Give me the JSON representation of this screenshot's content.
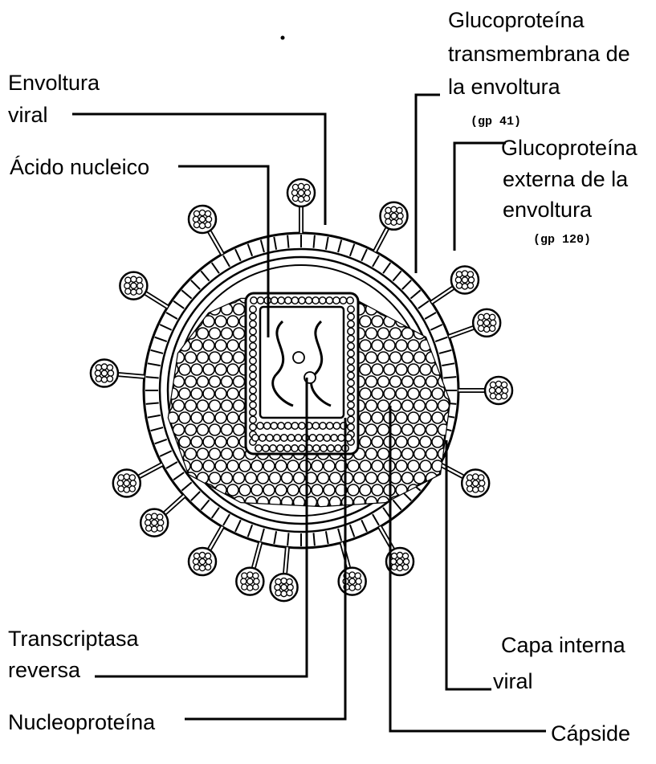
{
  "labels": {
    "envoltura_line1": "Envoltura",
    "envoltura_line2": "viral",
    "acido_nucleico": "Ácido nucleico",
    "gp41_line1": "Glucoproteína",
    "gp41_line2": "transmembrana de",
    "gp41_line3": "la envoltura",
    "gp41_code": "(gp 41)",
    "gp120_line1": "Glucoproteína",
    "gp120_line2": "externa de la",
    "gp120_line3": "envoltura",
    "gp120_code": "(gp 120)",
    "transcriptasa_line1": "Transcriptasa",
    "transcriptasa_line2": "reversa",
    "capa_line1": "Capa interna",
    "capa_line2": "viral",
    "nucleoproteina": "Nucleoproteína",
    "capside": "Cápside"
  }
}
